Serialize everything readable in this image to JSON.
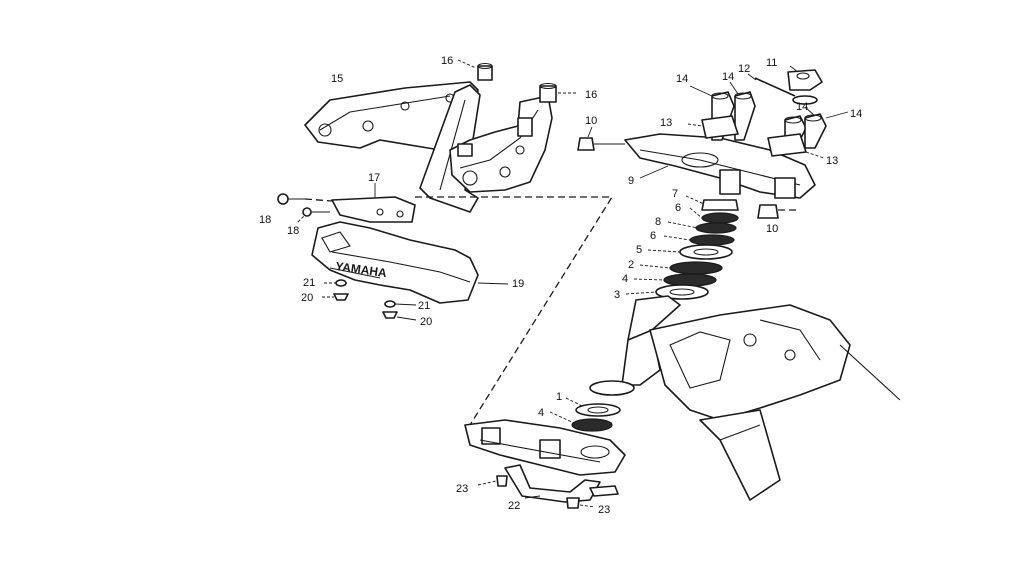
{
  "diagram": {
    "brand_text": "YAMAHA",
    "callouts": [
      "16",
      "16",
      "15",
      "17",
      "18",
      "18",
      "19",
      "21",
      "20",
      "21",
      "20",
      "14",
      "14",
      "12",
      "11",
      "14",
      "14",
      "13",
      "10",
      "13",
      "9",
      "7",
      "6",
      "8",
      "6",
      "5",
      "2",
      "4",
      "3",
      "10",
      "1",
      "4",
      "23",
      "22",
      "23"
    ]
  }
}
